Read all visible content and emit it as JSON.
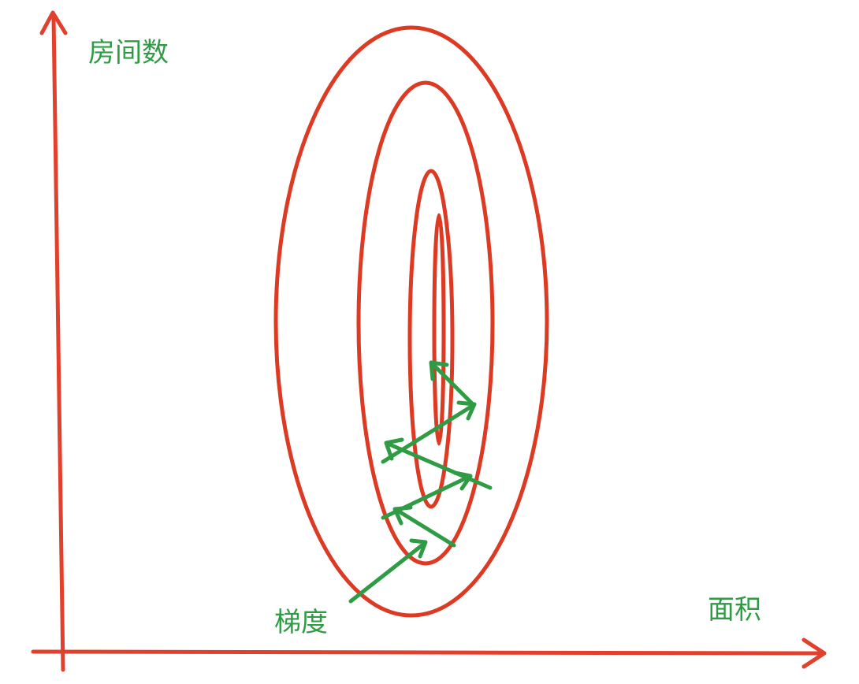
{
  "colors": {
    "axis": "#e0402c",
    "contour": "#dd3a24",
    "gradient": "#2f9b45",
    "label": "#2f9b45",
    "background": "#ffffff"
  },
  "labels": {
    "y_axis": "房间数",
    "x_axis": "面积",
    "gradient": "梯度"
  },
  "icons": {
    "y_axis_arrow": "arrow-up-icon",
    "x_axis_arrow": "arrow-right-icon",
    "gradient_arrowheads": "arrowhead-icon"
  }
}
